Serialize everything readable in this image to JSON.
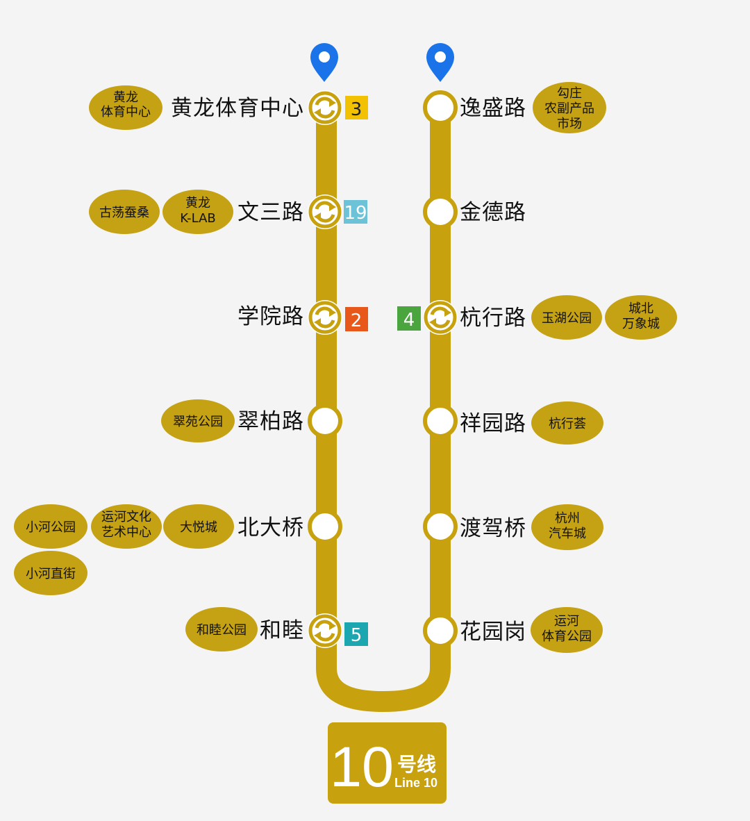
{
  "colors": {
    "line": "#c8a20e",
    "poi_fill": "#c5a114",
    "pin": "#1a73e8",
    "background": "#f4f4f4"
  },
  "line_badge": {
    "number": "10",
    "name_zh": "号线",
    "name_en": "Line 10"
  },
  "stations": {
    "huanglong": {
      "name": "黄龙体育中心",
      "transfer": "3",
      "transfer_color": "#f2c200",
      "pois": [
        [
          "黄龙",
          "体育中心"
        ]
      ],
      "terminus": true
    },
    "wensan": {
      "name": "文三路",
      "transfer": "19",
      "transfer_color": "#6cc2d6",
      "pois": [
        [
          "古荡蚕桑"
        ],
        [
          "黄龙",
          "K-LAB"
        ]
      ]
    },
    "xueyuan": {
      "name": "学院路",
      "transfer": "2",
      "transfer_color": "#e8581a",
      "pois": []
    },
    "cuibai": {
      "name": "翠柏路",
      "pois": [
        [
          "翠苑公园"
        ]
      ]
    },
    "beidaqiao": {
      "name": "北大桥",
      "pois": [
        [
          "小河公园"
        ],
        [
          "运河文化",
          "艺术中心"
        ],
        [
          "大悦城"
        ],
        [
          "小河直街"
        ]
      ]
    },
    "hemu": {
      "name": "和睦",
      "transfer": "5",
      "transfer_color": "#1ba6b0",
      "pois": [
        [
          "和睦公园"
        ]
      ]
    },
    "yisheng": {
      "name": "逸盛路",
      "pois": [
        [
          "勾庄",
          "农副产品",
          "市场"
        ]
      ],
      "terminus": true
    },
    "jinde": {
      "name": "金德路",
      "pois": []
    },
    "hangxing": {
      "name": "杭行路",
      "transfer": "4",
      "transfer_color": "#4aa53f",
      "pois": [
        [
          "玉湖公园"
        ],
        [
          "城北",
          "万象城"
        ]
      ]
    },
    "xiangyuan": {
      "name": "祥园路",
      "pois": [
        [
          "杭行荟"
        ]
      ]
    },
    "dujia": {
      "name": "渡驾桥",
      "pois": [
        [
          "杭州",
          "汽车城"
        ]
      ]
    },
    "huayuangang": {
      "name": "花园岗",
      "pois": [
        [
          "运河",
          "体育公园"
        ]
      ]
    }
  }
}
